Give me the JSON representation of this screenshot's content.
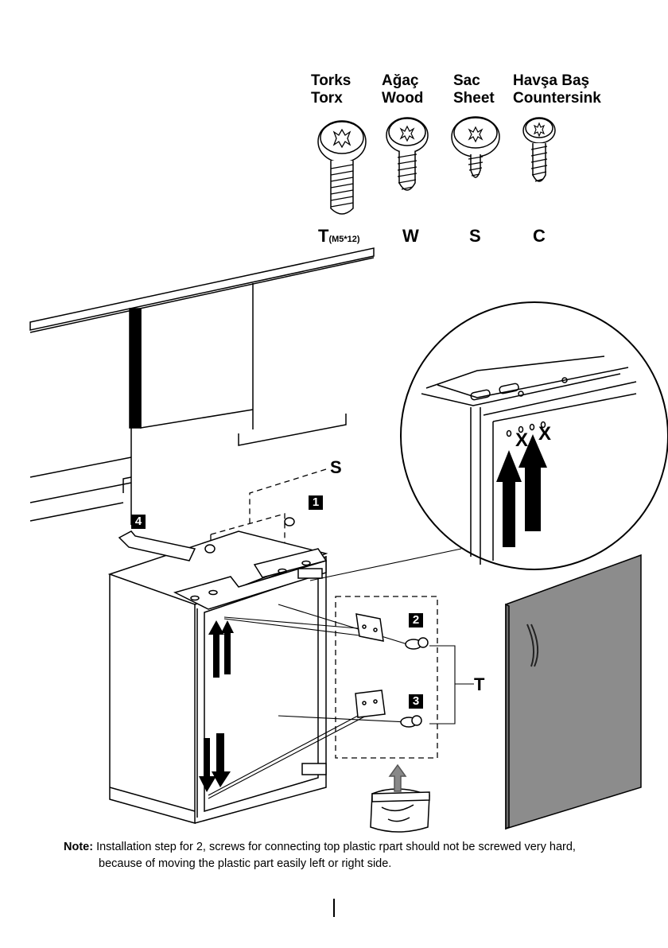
{
  "screws": [
    {
      "tr": "Torks",
      "en": "Torx",
      "code": "T",
      "code_sub": "(M5*12)"
    },
    {
      "tr": "Ağaç",
      "en": "Wood",
      "code": "W",
      "code_sub": ""
    },
    {
      "tr": "Sac",
      "en": "Sheet",
      "code": "S",
      "code_sub": ""
    },
    {
      "tr": "Havşa Baş",
      "en": "Countersink",
      "code": "C",
      "code_sub": ""
    }
  ],
  "callouts": {
    "s": "S",
    "t": "T",
    "x1": "X",
    "x2": "X"
  },
  "steps": {
    "one": "1",
    "two": "2",
    "three": "3",
    "four": "4"
  },
  "note": {
    "label": "Note:",
    "line1": "Installation step for 2, screws for connecting top plastic rpart should not be screwed very hard,",
    "line2": "because of moving the plastic part easily left or right side."
  },
  "colors": {
    "door": "#8c8c8c",
    "line": "#000000"
  }
}
